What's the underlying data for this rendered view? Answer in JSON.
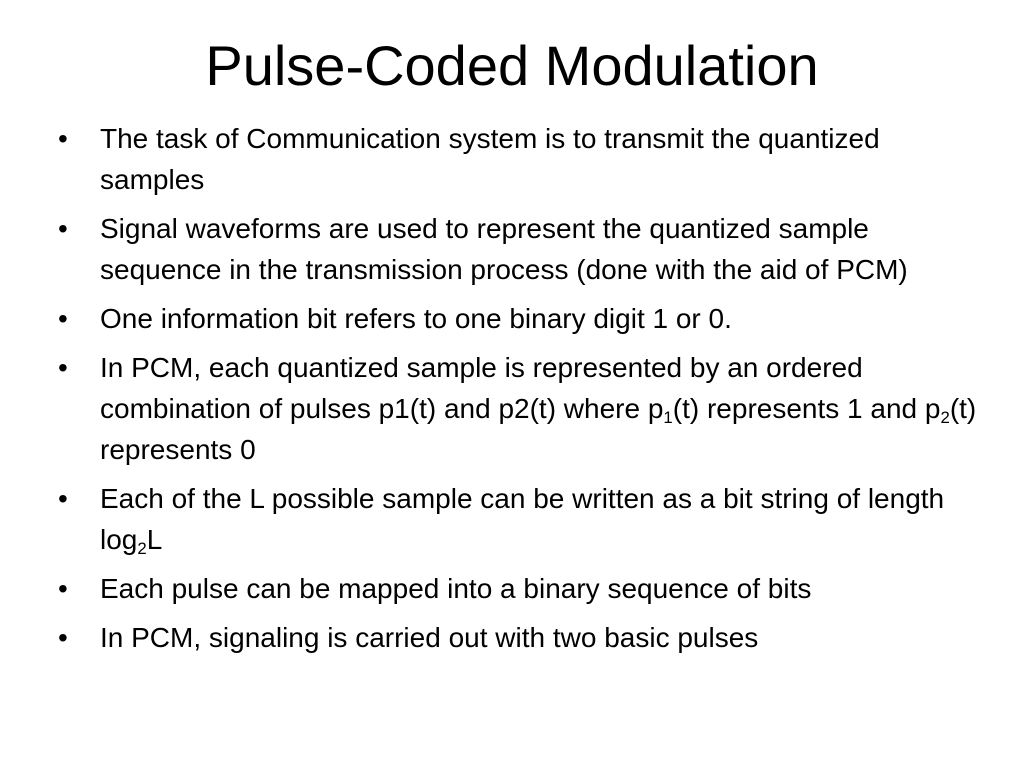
{
  "slide": {
    "title": "Pulse-Coded Modulation",
    "bullet_marker": "•",
    "bullets": [
      {
        "text": "The task of Communication system is to transmit the quantized samples"
      },
      {
        "text": "Signal waveforms are used to represent the quantized sample sequence in the transmission process (done with the aid of PCM)"
      },
      {
        "text": "One information bit refers to one binary digit 1 or 0."
      },
      {
        "part1": "In PCM, each quantized sample is represented by an ordered combination of pulses p1(t)  and p2(t) where p",
        "sub1": "1",
        "part2": "(t) represents 1 and p",
        "sub2": "2",
        "part3": "(t) represents 0"
      },
      {
        "part1": "Each of the L possible sample can be written as a bit string of length log",
        "sub1": "2",
        "part2": "L"
      },
      {
        "text": "Each pulse can be mapped into a binary sequence of bits"
      },
      {
        "text": "In PCM, signaling is carried out with two basic pulses"
      }
    ]
  }
}
